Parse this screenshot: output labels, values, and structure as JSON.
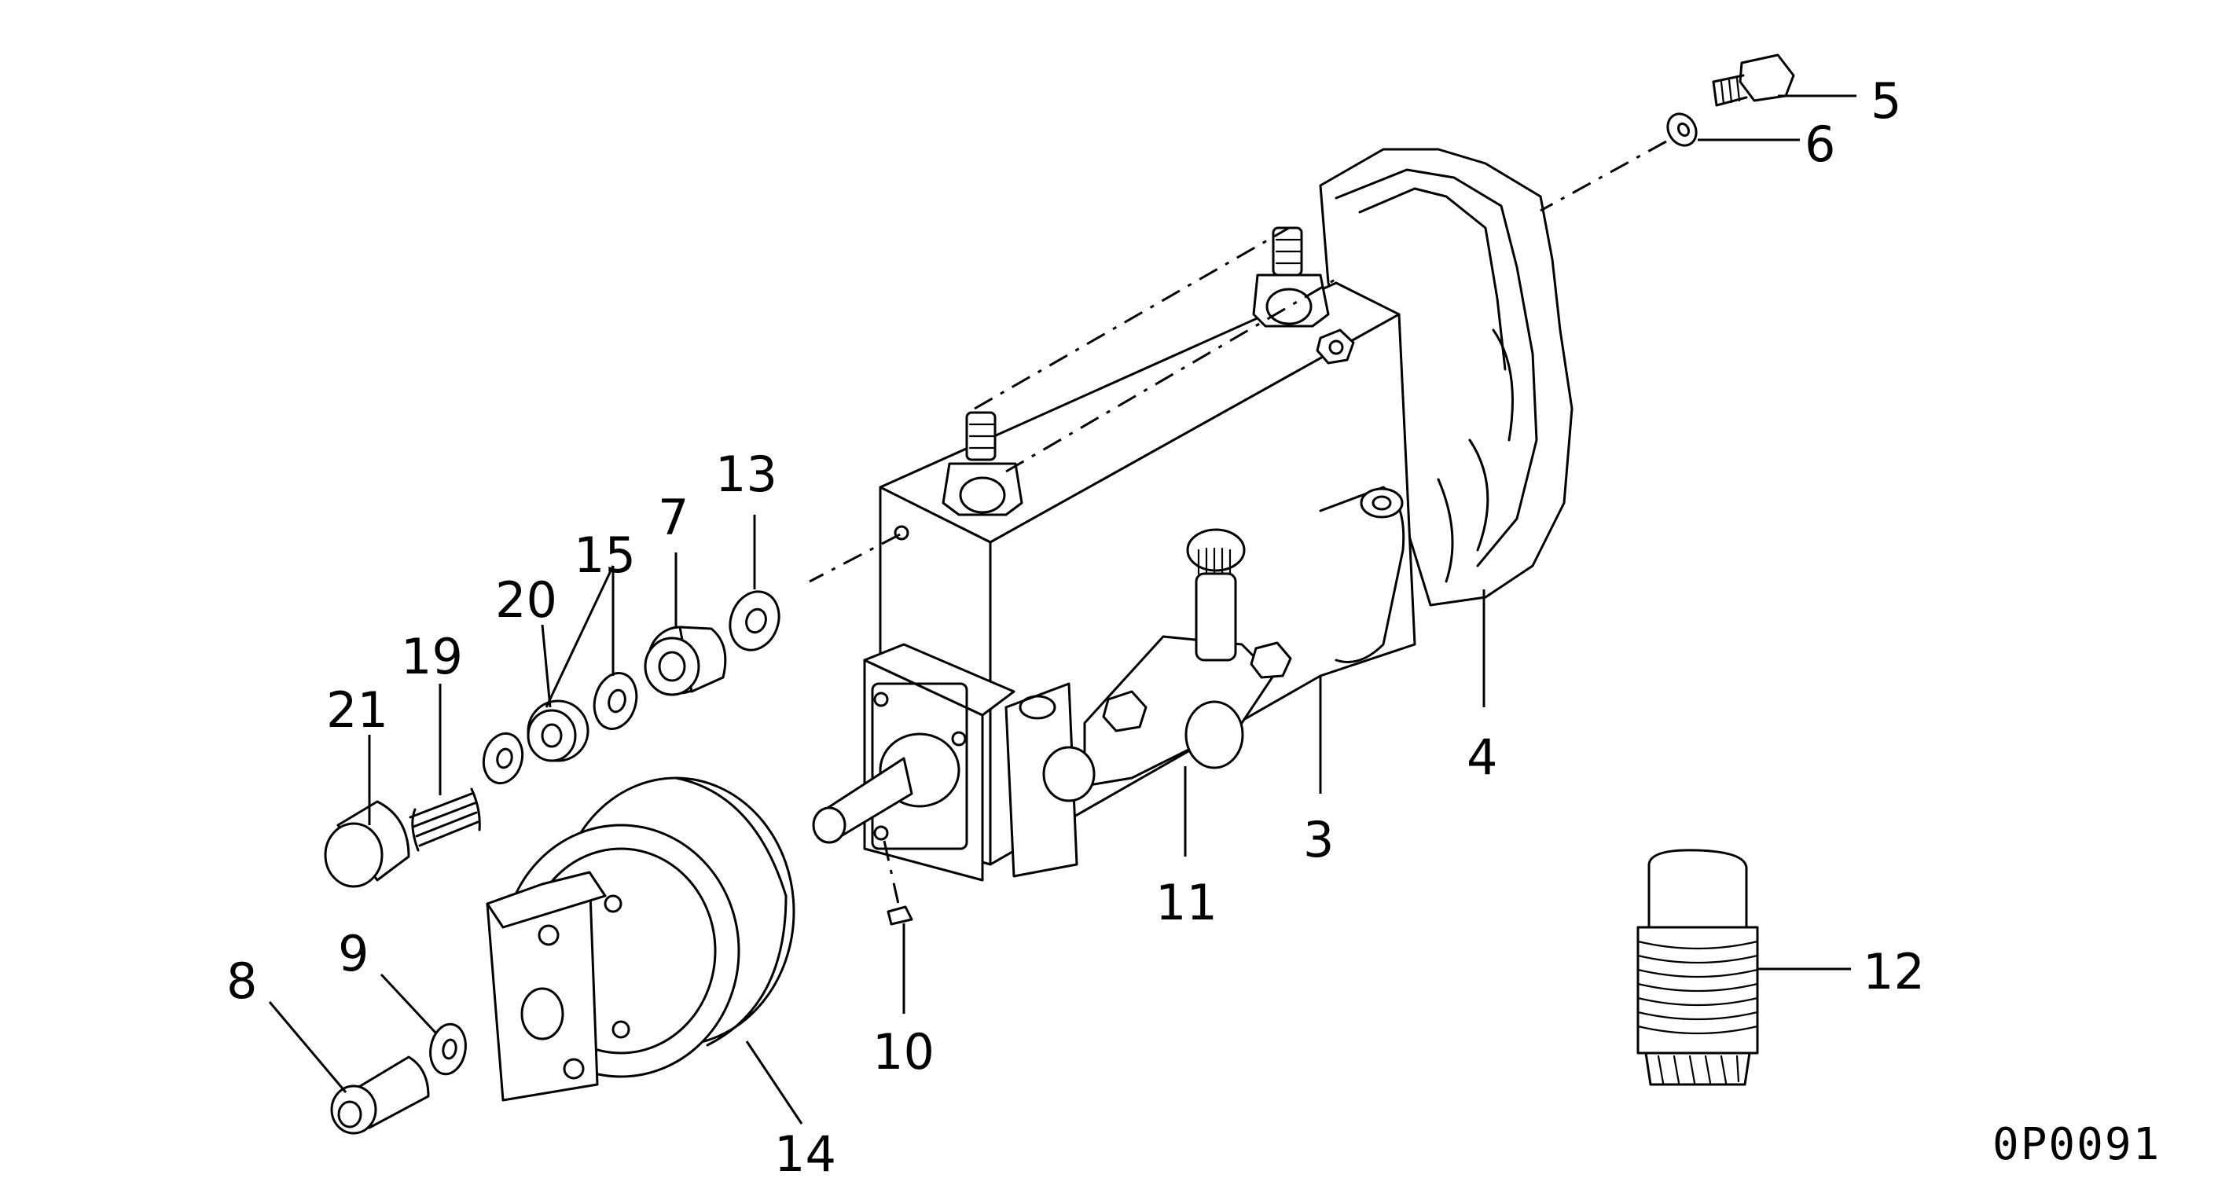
{
  "diagram": {
    "drawing_code": "0P0091",
    "callouts": [
      {
        "id": "c5",
        "label": "5"
      },
      {
        "id": "c6",
        "label": "6"
      },
      {
        "id": "c13",
        "label": "13"
      },
      {
        "id": "c7",
        "label": "7"
      },
      {
        "id": "c15",
        "label": "15"
      },
      {
        "id": "c20",
        "label": "20"
      },
      {
        "id": "c19",
        "label": "19"
      },
      {
        "id": "c21",
        "label": "21"
      },
      {
        "id": "c4",
        "label": "4"
      },
      {
        "id": "c3",
        "label": "3"
      },
      {
        "id": "c11",
        "label": "11"
      },
      {
        "id": "c10",
        "label": "10"
      },
      {
        "id": "c12",
        "label": "12"
      },
      {
        "id": "c8",
        "label": "8"
      },
      {
        "id": "c9",
        "label": "9"
      },
      {
        "id": "c14",
        "label": "14"
      }
    ]
  }
}
